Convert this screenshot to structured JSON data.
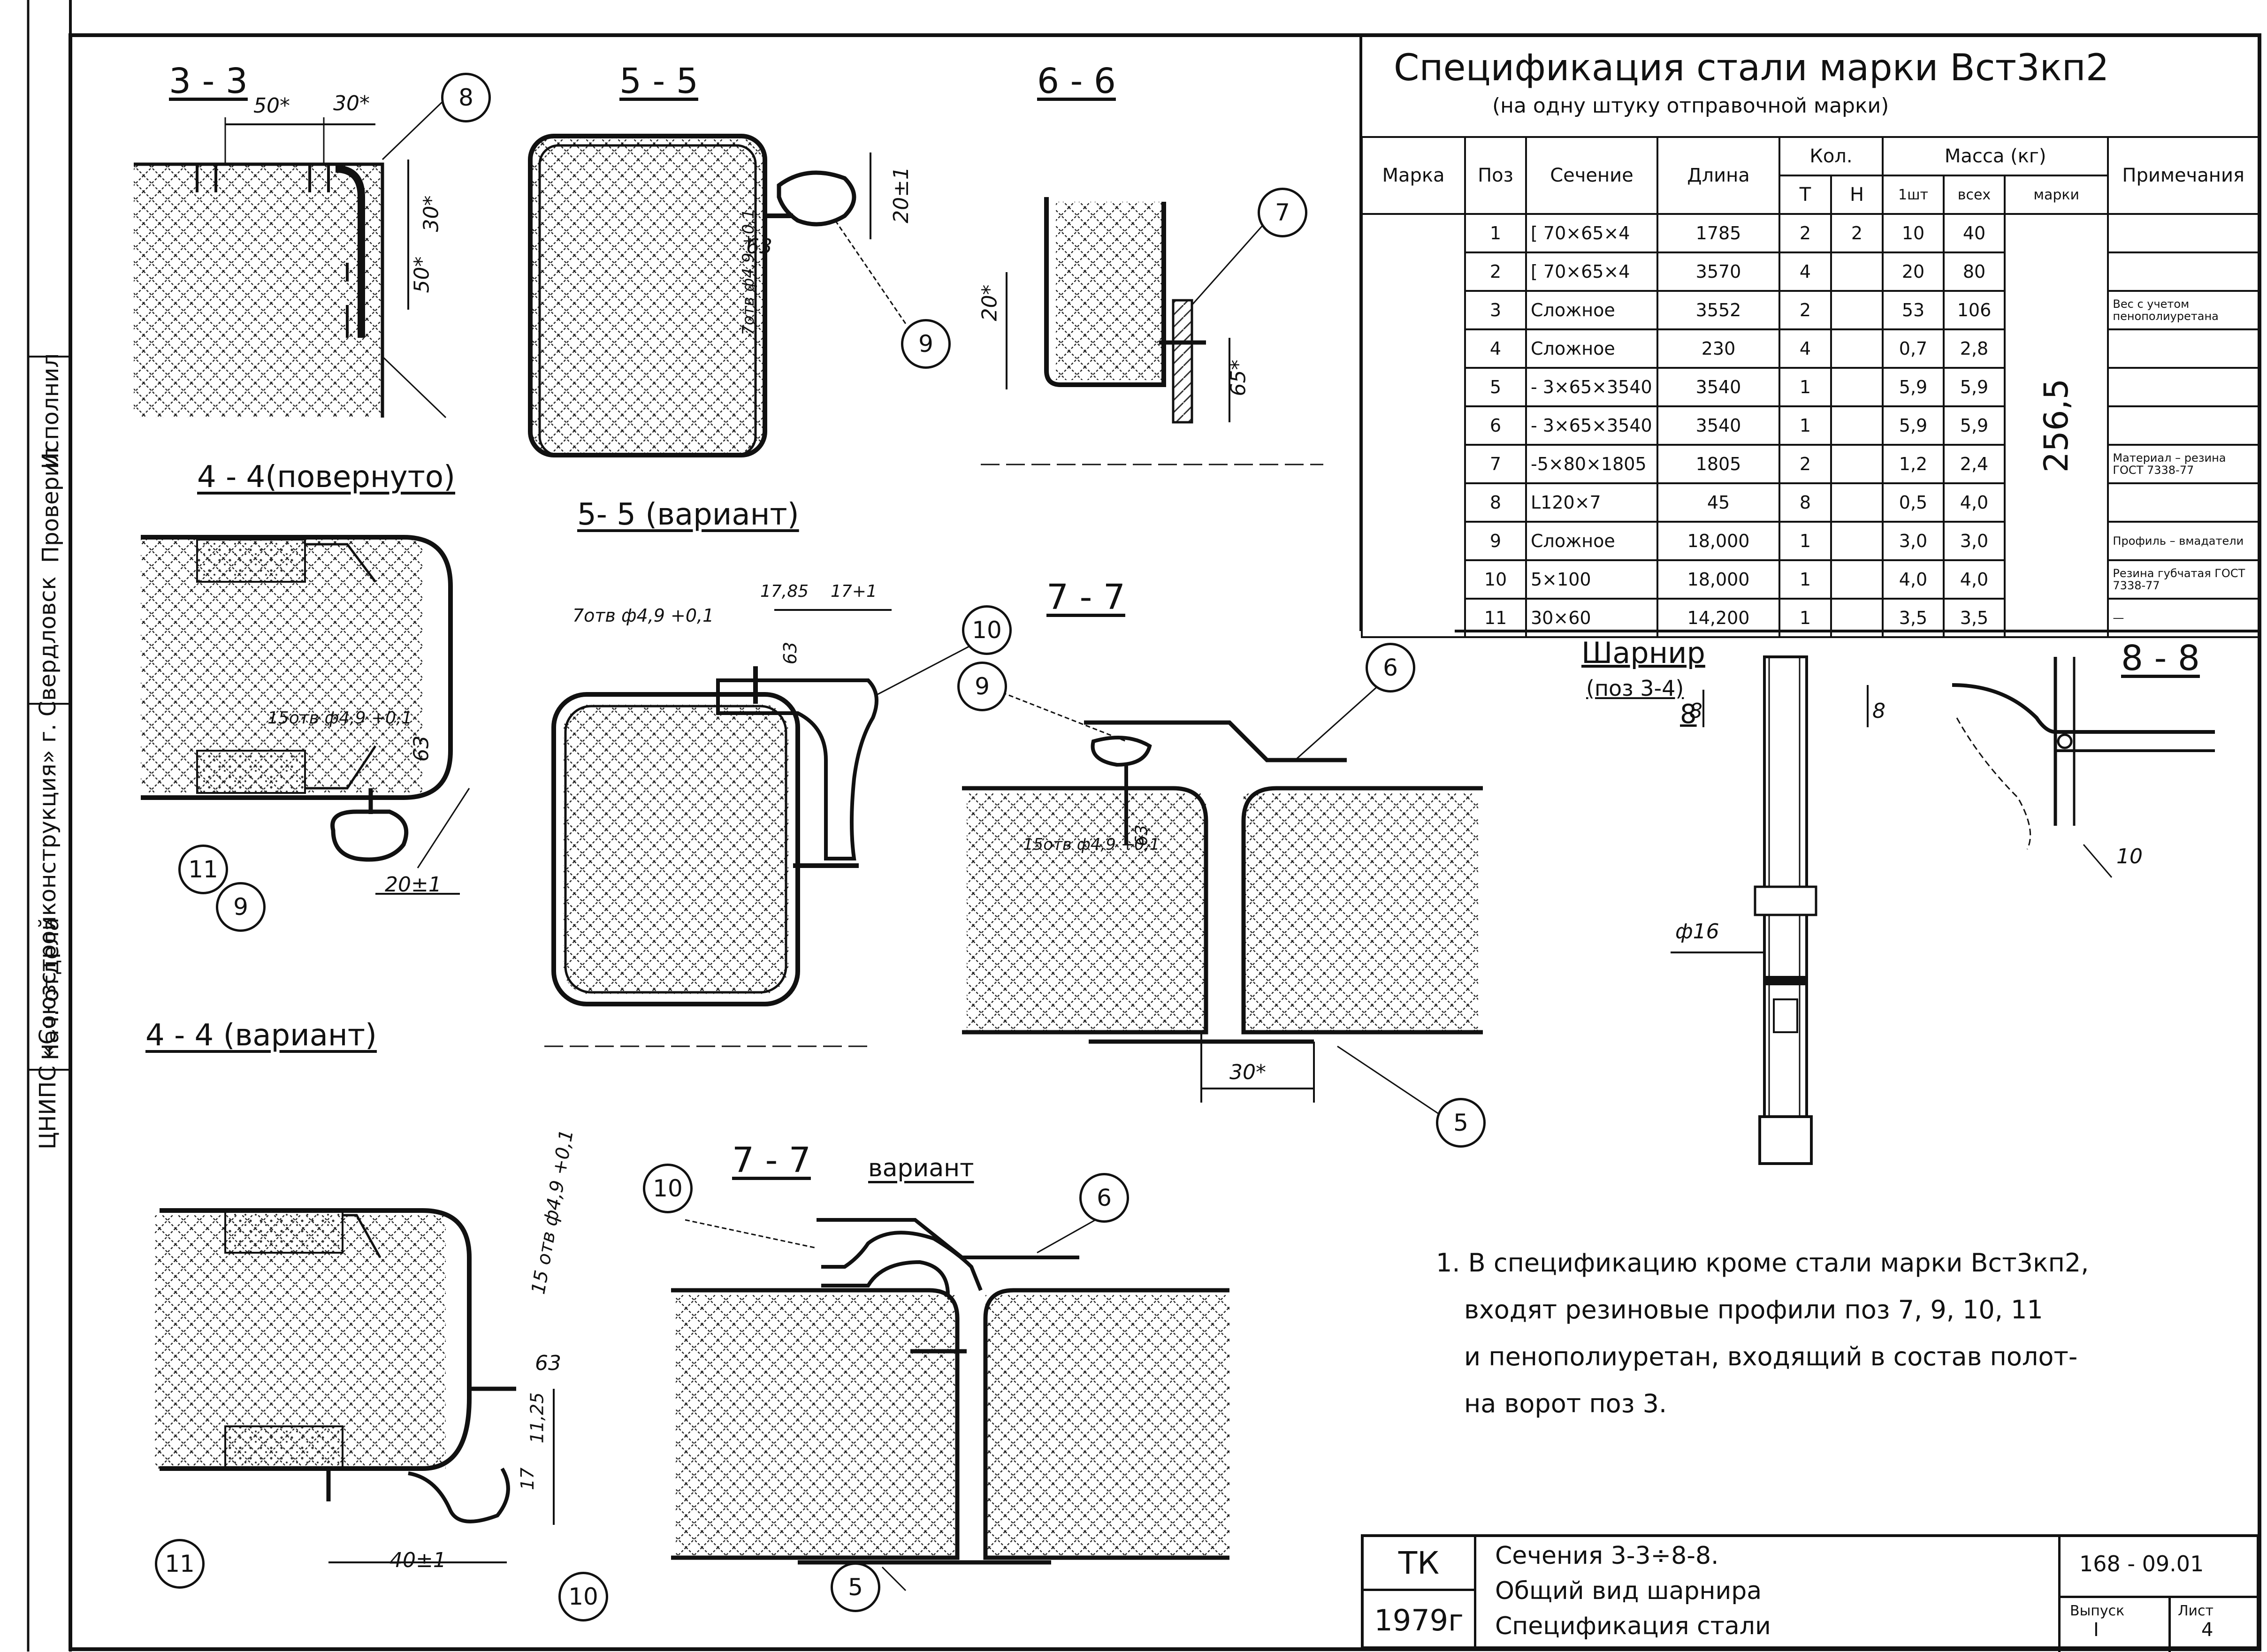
{
  "margin_stamps": {
    "org": "ЦНИПС «Союзстройконструкция» г. Свердловск",
    "role1": "Нач. отдела",
    "role2": "Проверил",
    "role3": "Исполнил"
  },
  "sections": {
    "s33": "3 - 3",
    "s55": "5 - 5",
    "s66": "6 - 6",
    "s44": "4 - 4(повернуто)",
    "s55v": "5- 5 (вариант)",
    "s77": "7 - 7",
    "s44v": "4 - 4 (вариант)",
    "s77v": "7 - 7",
    "s77v_sub": "вариант",
    "s88": "8 - 8"
  },
  "dims": {
    "d50": "50*",
    "d30": "30*",
    "d30v": "30*",
    "d50v": "50*",
    "d20a": "20±1",
    "d63a": "63",
    "d7otv_a": "7отв ф4,9 +0,1",
    "d20b": "20*",
    "d65": "65*",
    "d15otv_a": "15отв ф4,9 +0,1",
    "d63b": "63",
    "d20c": "20±1",
    "d7otv_b": "7отв ф4,9 +0,1",
    "d1785": "17,85",
    "d17": "17+1",
    "d63c": "63",
    "d15otv_b": "15отв ф4,9 +0,1",
    "d63d": "63",
    "d30b": "30*",
    "d15otv_c": "15 отв ф4,9 +0,1",
    "d63e": "63",
    "d1125": "11,25",
    "d17b": "17",
    "d40": "40±1",
    "d8": "8",
    "d8b": "8",
    "d16": "ф16",
    "d10": "10"
  },
  "bubbles": [
    "8",
    "9",
    "7",
    "11",
    "9",
    "10",
    "9",
    "6",
    "5",
    "10",
    "6",
    "11",
    "10",
    "5"
  ],
  "hinge": {
    "title": "Шарнир",
    "sub": "(поз 3-4)",
    "cut": "8"
  },
  "spec": {
    "title": "Спецификация стали марки Вст3кп2",
    "subtitle": "(на одну штуку отправочной марки)",
    "headers": {
      "mark": "Марка",
      "pos": "Поз",
      "section": "Сечение",
      "length": "Длина",
      "qty": "Кол.",
      "qty_t": "Т",
      "qty_n": "Н",
      "mass": "Масса (кг)",
      "mass_1": "1шт",
      "mass_all": "всех",
      "mass_mark": "марки",
      "note": "Примечания"
    },
    "mass_mark_total": "256,5",
    "rows": [
      [
        "1",
        "[ 70×65×4",
        "1785",
        "2",
        "2",
        "10",
        "40"
      ],
      [
        "2",
        "[ 70×65×4",
        "3570",
        "4",
        "",
        "20",
        "80"
      ],
      [
        "3",
        "Сложное",
        "3552",
        "2",
        "",
        "53",
        "106"
      ],
      [
        "4",
        "Сложное",
        "230",
        "4",
        "",
        "0,7",
        "2,8"
      ],
      [
        "5",
        "- 3×65×3540",
        "3540",
        "1",
        "",
        "5,9",
        "5,9"
      ],
      [
        "6",
        "- 3×65×3540",
        "3540",
        "1",
        "",
        "5,9",
        "5,9"
      ],
      [
        "7",
        "-5×80×1805",
        "1805",
        "2",
        "",
        "1,2",
        "2,4"
      ],
      [
        "8",
        "L120×7",
        "45",
        "8",
        "",
        "0,5",
        "4,0"
      ],
      [
        "9",
        "Сложное",
        "18,000",
        "1",
        "",
        "3,0",
        "3,0"
      ],
      [
        "10",
        "5×100",
        "18,000",
        "1",
        "",
        "4,0",
        "4,0"
      ],
      [
        "11",
        "30×60",
        "14,200",
        "1",
        "",
        "3,5",
        "3,5"
      ]
    ],
    "notes": [
      "",
      "",
      "Вес с учетом пенополиуретана",
      "",
      "",
      "",
      "Материал – резина ГОСТ 7338-77",
      "",
      "Профиль – вмадатели",
      "Резина губчатая ГОСТ 7338-77",
      "— "
    ]
  },
  "note_lines": [
    "1. В спецификацию кроме стали марки Вст3кп2,",
    "входят резиновые профили поз 7, 9, 10, 11",
    "и пенополиуретан, входящий в состав полот-",
    "на ворот поз 3."
  ],
  "title_block": {
    "code": "ТК",
    "year": "1979г",
    "line1": "Сечения 3-3÷8-8.",
    "line2": "Общий вид шарнира",
    "line3": "Спецификация стали",
    "doc_no": "168 - 09.01",
    "issue_label": "Выпуск",
    "issue": "I",
    "sheet_label": "Лист",
    "sheet": "4"
  }
}
